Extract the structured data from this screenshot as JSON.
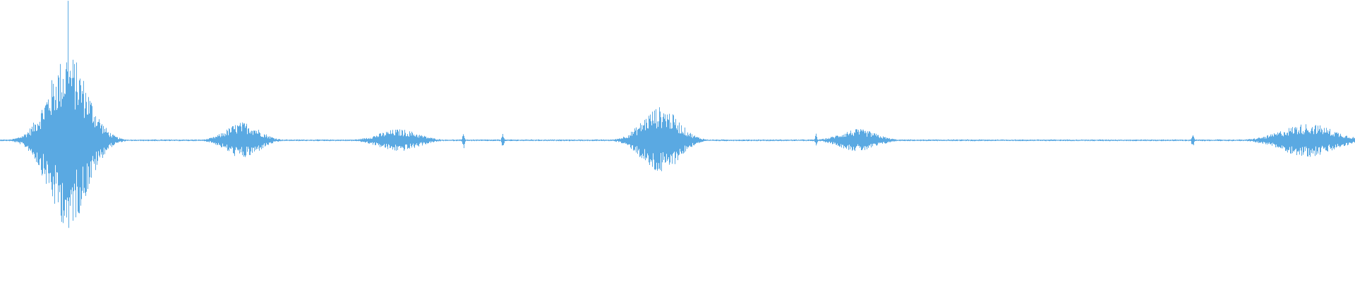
{
  "waveform": {
    "color": "#5aa9e2",
    "baseline_color": "#5aa9e2",
    "duration_fraction_bursts": [
      {
        "center": 0.05,
        "width": 0.06,
        "amplitude": 0.62,
        "peak_spike": 0.55
      },
      {
        "center": 0.179,
        "width": 0.05,
        "amplitude": 0.13,
        "peak_spike": 0.0
      },
      {
        "center": 0.294,
        "width": 0.06,
        "amplitude": 0.08,
        "peak_spike": 0.0
      },
      {
        "center": 0.342,
        "width": 0.003,
        "amplitude": 0.06,
        "peak_spike": 0.0
      },
      {
        "center": 0.371,
        "width": 0.003,
        "amplitude": 0.07,
        "peak_spike": 0.0
      },
      {
        "center": 0.487,
        "width": 0.055,
        "amplitude": 0.24,
        "peak_spike": 0.0
      },
      {
        "center": 0.602,
        "width": 0.003,
        "amplitude": 0.05,
        "peak_spike": 0.0
      },
      {
        "center": 0.633,
        "width": 0.055,
        "amplitude": 0.08,
        "peak_spike": 0.0
      },
      {
        "center": 0.88,
        "width": 0.003,
        "amplitude": 0.06,
        "peak_spike": 0.0
      },
      {
        "center": 0.965,
        "width": 0.08,
        "amplitude": 0.12,
        "peak_spike": 0.0
      }
    ],
    "noise_floor": 0.006
  }
}
